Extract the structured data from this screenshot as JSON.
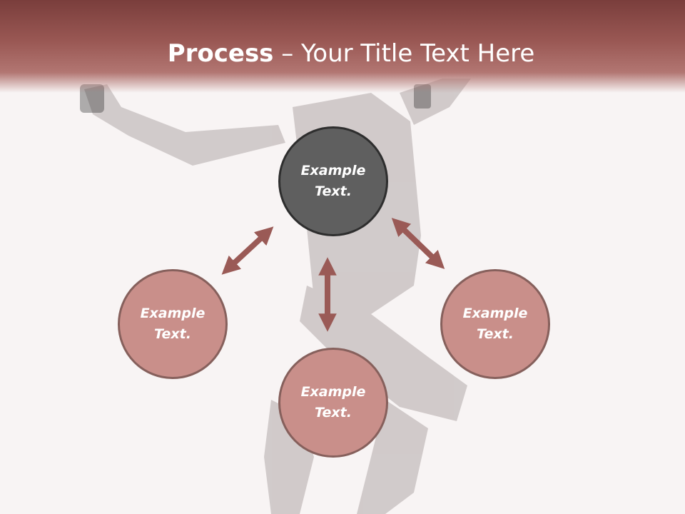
{
  "title": {
    "strong": "Process",
    "rest": " – Your Title Text Here"
  },
  "nodes": {
    "center": "Example Text.",
    "left": "Example Text.",
    "bottom": "Example Text.",
    "right": "Example Text."
  },
  "colors": {
    "header": "#9a5854",
    "center_fill": "#5f5f5f",
    "node_fill": "#c98f8a",
    "arrow": "#9a5a56",
    "background": "#f8f4f4"
  },
  "icons": [
    "double-arrow-icon"
  ]
}
